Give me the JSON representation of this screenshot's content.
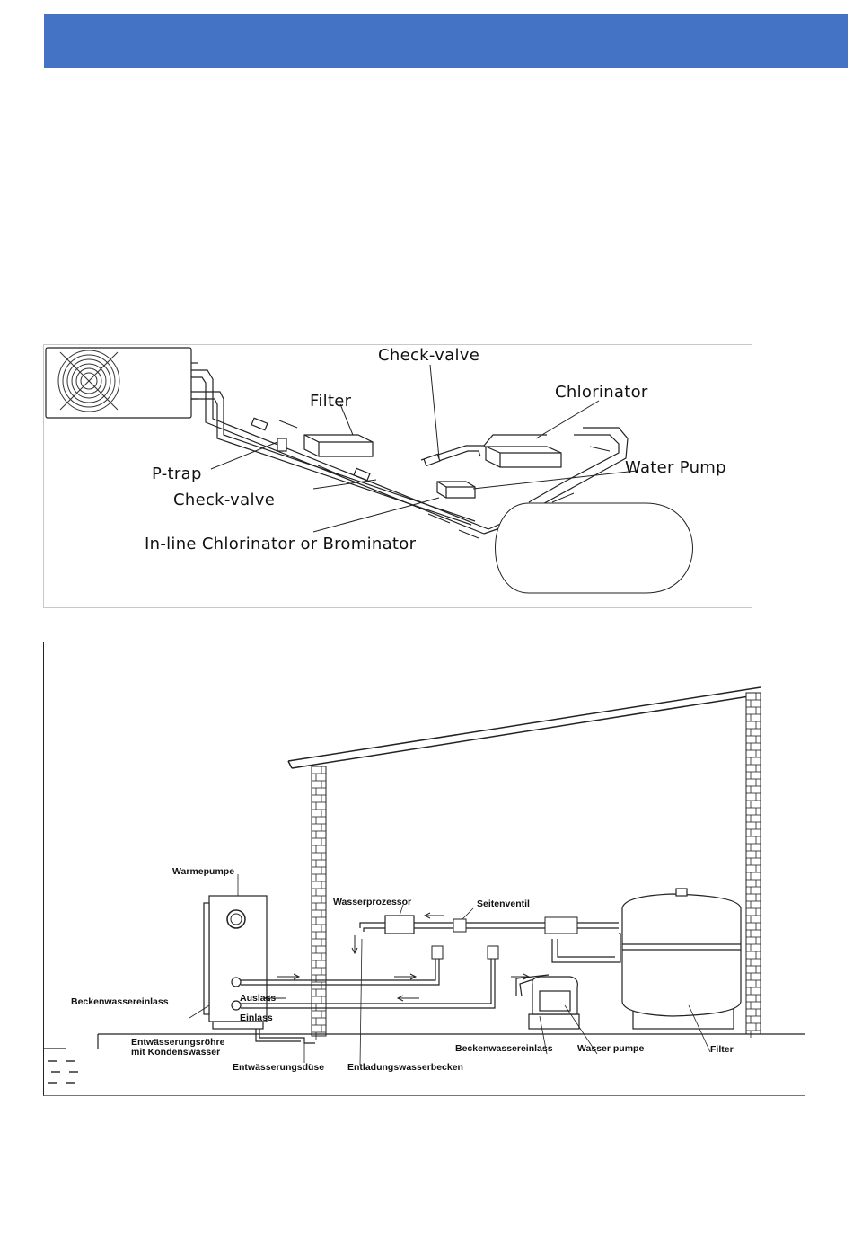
{
  "header": {
    "title": ""
  },
  "figure1": {
    "labels": {
      "check_valve_top": "Check-valve",
      "filter": "Filter",
      "chlorinator": "Chlorinator",
      "water_pump": "Water Pump",
      "p_trap": "P-trap",
      "check_valve_bottom": "Check-valve",
      "inline": "In-line Chlorinator or Brominator"
    }
  },
  "figure2": {
    "labels": {
      "heat_pump": "Warmepumpe",
      "pool_inlet_left": "Beckenwassereinlass",
      "outlet": "Auslass",
      "inlet": "Einlass",
      "drain_pipe_1": "Entwässerungsröhre",
      "drain_pipe_2": "mit Kondenswasser",
      "drain_nozzle": "Entwässerungsdüse",
      "discharge_basin": "Entladungswasserbecken",
      "water_processor": "Wasserprozessor",
      "side_valve": "Seitenventil",
      "pool_inlet_right": "Beckenwassereinlass",
      "water_pump": "Wasser pumpe",
      "filter": "Filter"
    }
  },
  "colors": {
    "header": "#4472c4"
  }
}
